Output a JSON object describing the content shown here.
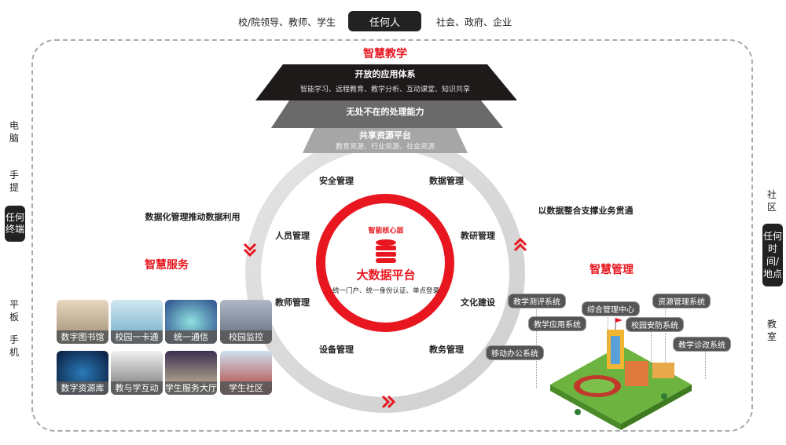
{
  "top": {
    "left": "校/院领导、教师、学生",
    "center": "任何人",
    "right": "社会、政府、企业"
  },
  "left_side": {
    "items": [
      "电脑",
      "手提"
    ],
    "pill": "任何终端",
    "items2": [
      "平板",
      "手机"
    ]
  },
  "right_side": {
    "top": "社区",
    "pill": "任何时间/地点",
    "bottom": "教室"
  },
  "teaching": {
    "title": "智慧教学",
    "layer1_title": "开放的应用体系",
    "layer1_sub": "智能学习、远程教育、教学分析、互动课堂、知识共享",
    "layer2_title": "无处不在的处理能力",
    "layer3_title": "共享资源平台",
    "layer3_sub": "教育资源、行业资源、社会资源"
  },
  "ring_labels": [
    "安全管理",
    "数据管理",
    "人员管理",
    "教研管理",
    "教师管理",
    "文化建设",
    "设备管理",
    "教务管理"
  ],
  "core": {
    "tag": "智能核心层",
    "title": "大数据平台",
    "sub": "统一门户、统一身份认证、单点登录"
  },
  "left_caption": "数据化管理推动数据利用",
  "right_caption": "以数据整合支撑业务贯通",
  "service": {
    "title": "智慧服务",
    "tiles": [
      "数字图书馆",
      "校园一卡通",
      "统一通信",
      "校园监控",
      "数字资源库",
      "教与学互动",
      "学生服务大厅",
      "学生社区"
    ]
  },
  "management": {
    "title": "智慧管理",
    "systems": [
      "教学测评系统",
      "综合管理中心",
      "资源管理系统",
      "教学应用系统",
      "校园安防系统",
      "教学诊改系统",
      "移动办公系统"
    ]
  },
  "colors": {
    "accent": "#e8161f",
    "dark": "#222222"
  }
}
